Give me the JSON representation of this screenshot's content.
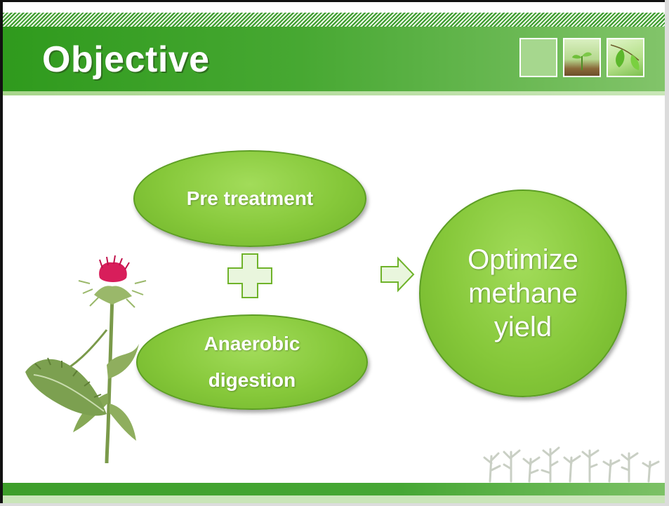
{
  "slide": {
    "title": "Objective"
  },
  "diagram": {
    "inputs": [
      {
        "label": "Pre treatment"
      },
      {
        "label": "Anaerobic digestion"
      }
    ],
    "result": {
      "label": "Optimize methane yield"
    }
  },
  "colors": {
    "header_green": "#3fa22c",
    "node_fill": "#86c83a",
    "node_border": "#5d9e25",
    "footer_green": "#46a734",
    "text_white": "#ffffff",
    "flower_pink": "#d81e5b"
  },
  "icons": {
    "plus": "plus-icon",
    "arrow": "arrow-right-icon",
    "plant": "thistle-plant",
    "sprouts": "sprouts-decoration"
  }
}
